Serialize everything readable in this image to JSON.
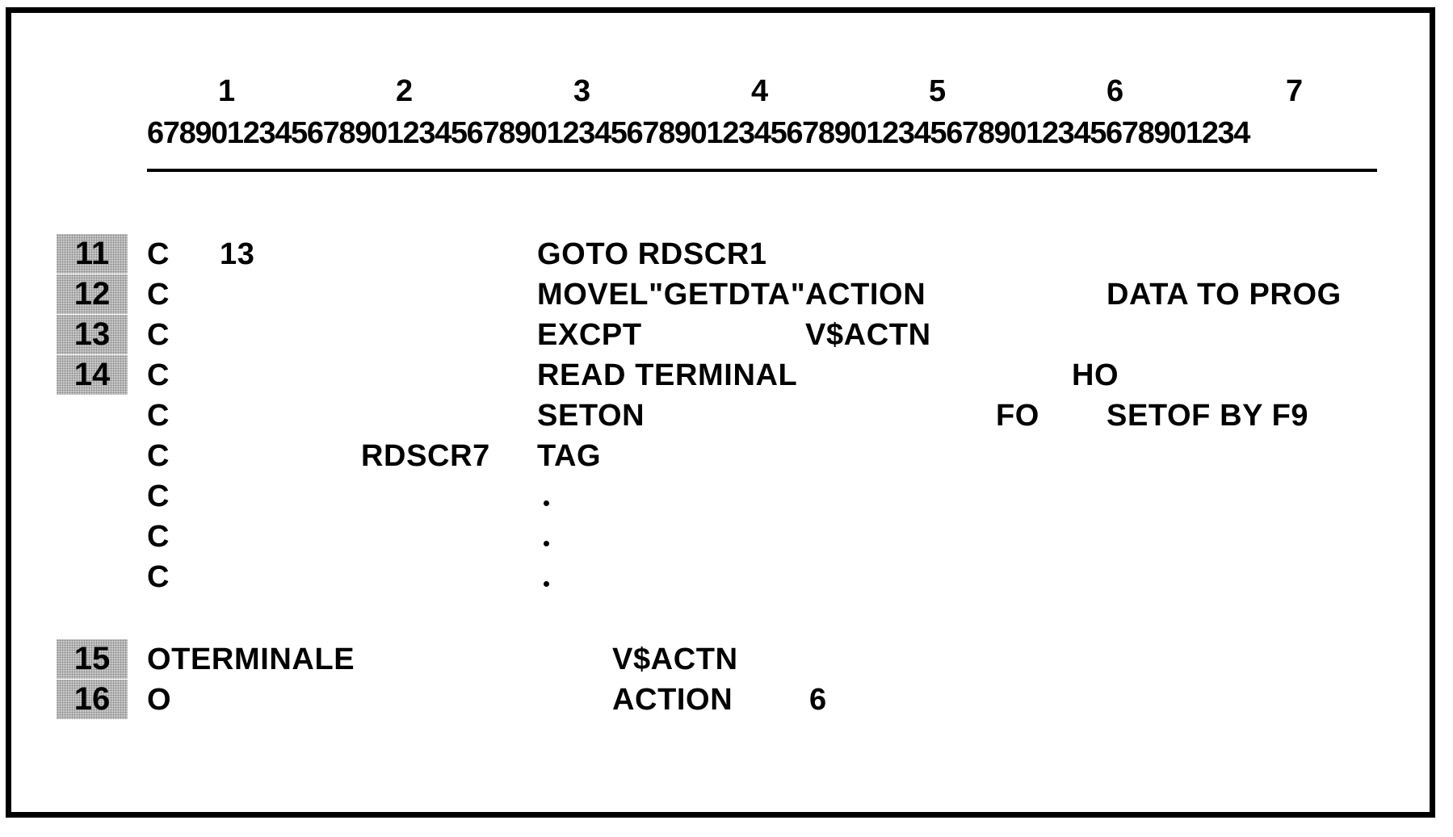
{
  "ruler": {
    "tens": [
      "1",
      "2",
      "3",
      "4",
      "5",
      "6",
      "7"
    ],
    "digits": "678901234567890123456789012345678901234567890123456789012345678901234"
  },
  "markers": [
    "11",
    "12",
    "13",
    "14",
    "15",
    "16"
  ],
  "lines": {
    "l1": {
      "spec": "C",
      "indicator": "13",
      "op": "GOTO RDSCR1"
    },
    "l2": {
      "spec": "C",
      "op": "MOVEL\"GETDTA\"",
      "result": "ACTION",
      "comment": "DATA TO PROG"
    },
    "l3": {
      "spec": "C",
      "op": "EXCPT",
      "result": "V$ACTN"
    },
    "l4": {
      "spec": "C",
      "op": "READ TERMINAL",
      "ind": "HO"
    },
    "l5": {
      "spec": "C",
      "op": "SETON",
      "ind": "FO",
      "comment": "SETOF BY F9"
    },
    "l6": {
      "spec": "C",
      "label": "RDSCR7",
      "op": "TAG"
    },
    "l7": {
      "spec": "C",
      "op": "."
    },
    "l8": {
      "spec": "C",
      "op": "."
    },
    "l9": {
      "spec": "C",
      "op": "."
    },
    "o1": {
      "spec": "OTERMINALE",
      "field": "V$ACTN"
    },
    "o2": {
      "spec": "O",
      "field": "ACTION",
      "pos": "6"
    }
  }
}
